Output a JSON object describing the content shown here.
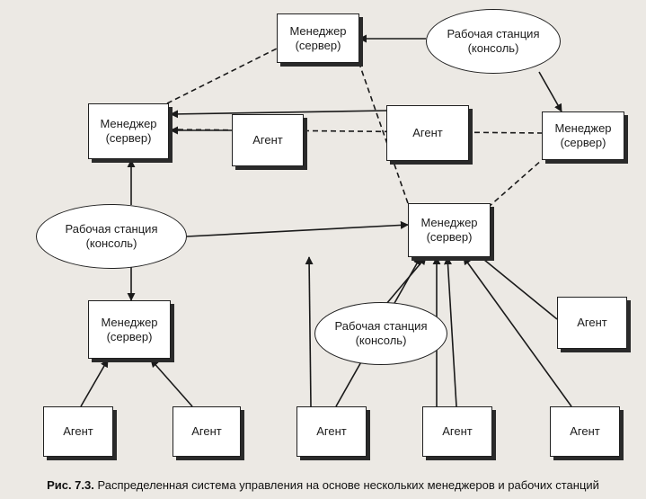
{
  "managers": {
    "m1": {
      "line1": "Менеджер",
      "line2": "(сервер)"
    },
    "m2": {
      "line1": "Менеджер",
      "line2": "(сервер)"
    },
    "m3": {
      "line1": "Менеджер",
      "line2": "(сервер)"
    },
    "m4": {
      "line1": "Менеджер",
      "line2": "(сервер)"
    },
    "m5": {
      "line1": "Менеджер",
      "line2": "(сервер)"
    }
  },
  "workstations": {
    "w1": {
      "line1": "Рабочая станция",
      "line2": "(консоль)"
    },
    "w2": {
      "line1": "Рабочая станция",
      "line2": "(консоль)"
    },
    "w3": {
      "line1": "Рабочая станция",
      "line2": "(консоль)"
    }
  },
  "agent_label": "Агент",
  "caption": {
    "prefix": "Рис. 7.3.",
    "text": "Распределенная система управления на основе нескольких менеджеров и рабочих станций"
  }
}
